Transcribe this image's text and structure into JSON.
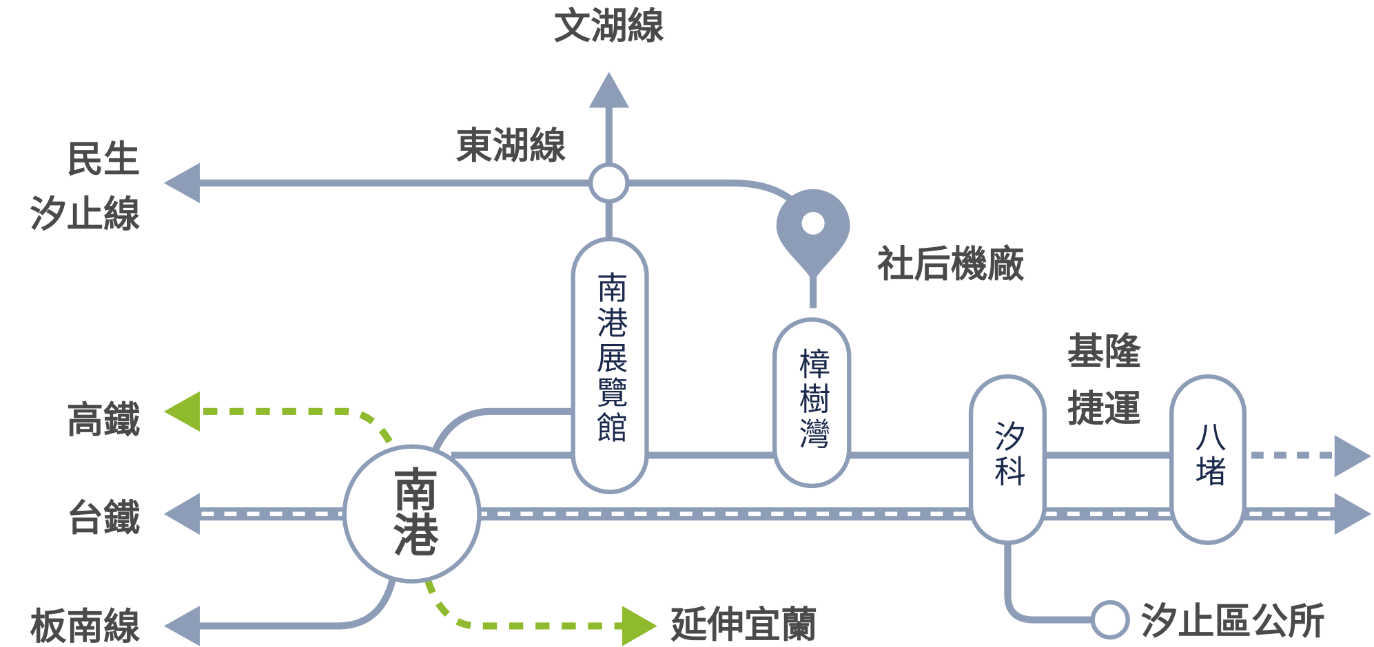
{
  "colors": {
    "line": "#8d9db8",
    "hsr": "#8fba2d",
    "label": "#4a4a4a",
    "station_text": "#1b2a4c"
  },
  "labels": {
    "wenhu": "文湖線",
    "donghu": "東湖線",
    "minsheng_1": "民生",
    "minsheng_2": "汐止線",
    "depot": "社后機廠",
    "keelung_1": "基隆",
    "keelung_2": "捷運",
    "hsr": "高鐵",
    "tra": "台鐵",
    "bannan": "板南線",
    "yilan": "延伸宜蘭",
    "xizhi_office": "汐止區公所"
  },
  "stations": {
    "hub": "南港",
    "exhibition": "南港展覽館",
    "zhangshuwan": "樟樹灣",
    "xike": "汐科",
    "badu": "八堵"
  }
}
